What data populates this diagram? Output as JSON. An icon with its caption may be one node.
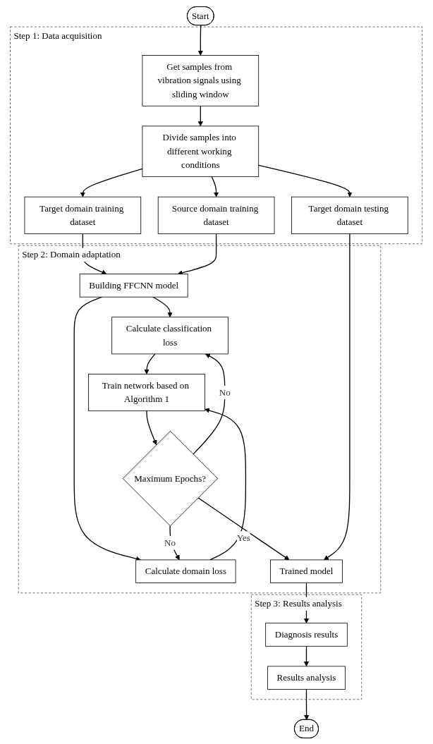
{
  "diagram": {
    "nodes": [
      {
        "text": [
          "Start"
        ]
      },
      {
        "text": [
          "Step 1: Data acquisition"
        ]
      },
      {
        "text": [
          "Get samples from vibration signals using sliding window"
        ],
        "in": 1
      },
      {
        "text": [
          "Divide samples into different working conditions"
        ],
        "in": 1
      },
      {
        "text": [
          "Target domain testing dataset"
        ],
        "in": 1
      },
      {
        "text": [
          "Target domain training dataset"
        ],
        "in": 1
      },
      {
        "text": [
          "Source domain training dataset"
        ],
        "in": 1
      },
      {
        "text": [
          "Step 2: Domain adaptation"
        ]
      },
      {
        "text": [
          "Building FFCNN model"
        ],
        "in": 7
      },
      {
        "text": [
          "Calculate classification loss"
        ],
        "in": 7
      },
      {
        "text": [
          "Calculate domain loss"
        ],
        "in": 7
      },
      {
        "text": [
          "Train network based on Algorithm 1"
        ],
        "in": 7
      },
      {
        "text": [
          "Maximum Epochs?"
        ],
        "in": 7
      },
      {
        "text": [
          "Trained model"
        ],
        "in": 7
      },
      {
        "text": [
          "Step 3: Results analysis"
        ]
      },
      {
        "text": [
          "Diagnosis results"
        ],
        "in": 14
      },
      {
        "text": [
          "Results analysis"
        ],
        "in": 14
      },
      {
        "text": [
          "End"
        ]
      }
    ],
    "edges": [
      {
        "from": 0,
        "to": 2,
        "arrow": "to"
      },
      {
        "from": 2,
        "to": 3,
        "arrow": "to"
      },
      {
        "from": 3,
        "to": 4,
        "arrow": "to"
      },
      {
        "from": 3,
        "to": 5,
        "arrow": "to"
      },
      {
        "from": 3,
        "to": 6,
        "arrow": "to"
      },
      {
        "from": 5,
        "to": 8,
        "arrow": "to"
      },
      {
        "from": 6,
        "to": 8,
        "arrow": "to"
      },
      {
        "from": 8,
        "to": 9,
        "arrow": "to"
      },
      {
        "from": 8,
        "to": 10,
        "arrow": "to"
      },
      {
        "from": 9,
        "to": 11,
        "arrow": "to"
      },
      {
        "from": 10,
        "to": 11,
        "arrow": "to"
      },
      {
        "from": 11,
        "to": 12,
        "arrow": "to"
      },
      {
        "from": 12,
        "to": 9,
        "arrow": "to",
        "label": "No"
      },
      {
        "from": 12,
        "to": 10,
        "arrow": "to",
        "label": "No"
      },
      {
        "from": 12,
        "to": 13,
        "arrow": "to",
        "label": "Yes"
      },
      {
        "from": 4,
        "to": 13,
        "arrow": "to"
      },
      {
        "from": 13,
        "to": 15,
        "arrow": "to"
      },
      {
        "from": 15,
        "to": 16,
        "arrow": "to"
      },
      {
        "from": 16,
        "to": 17,
        "arrow": "to"
      }
    ]
  }
}
